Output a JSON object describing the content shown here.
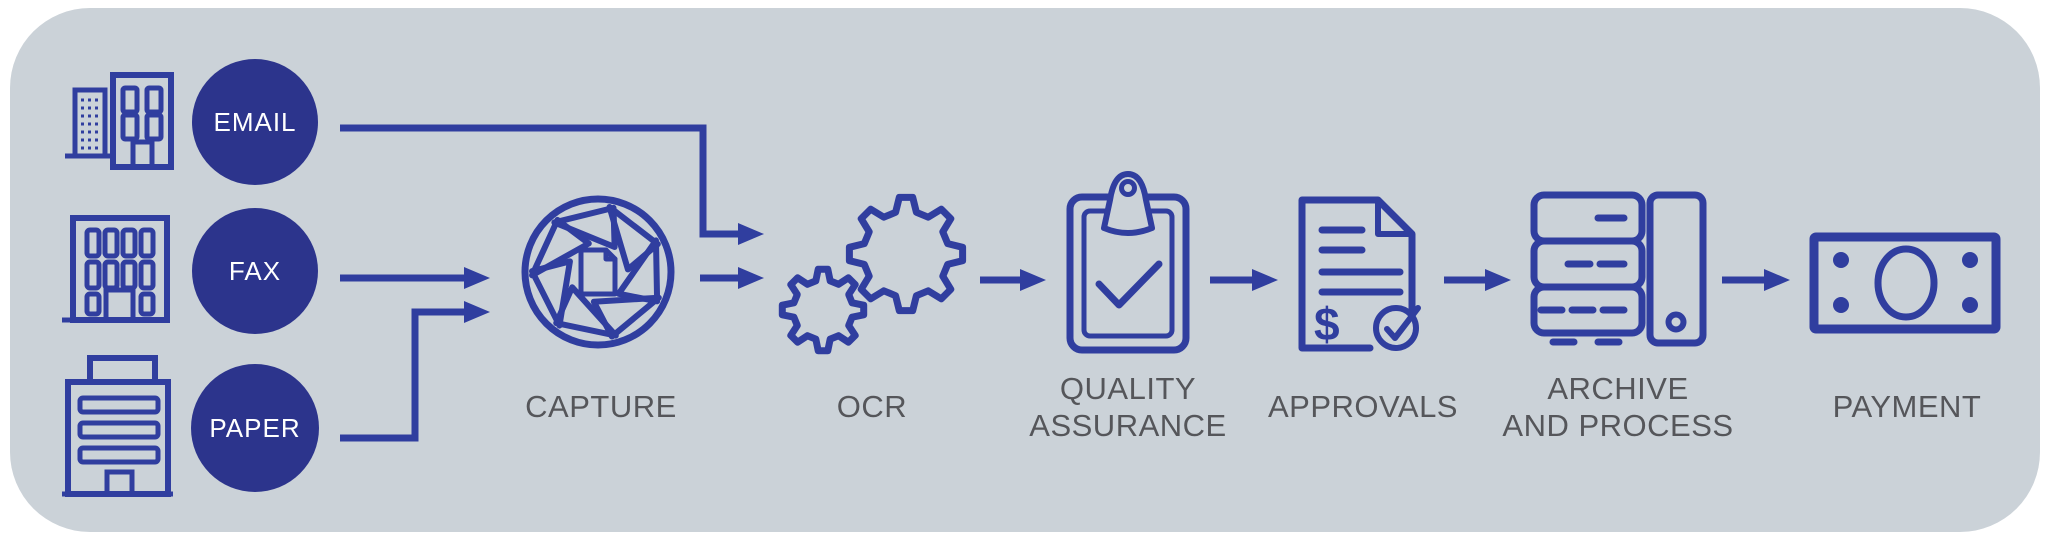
{
  "colors": {
    "page_bg": "#ffffff",
    "panel_bg": "#cbd2d8",
    "accent": "#303e9f",
    "circle_fill": "#2c348c",
    "circle_text": "#ffffff",
    "label_color": "#55565a"
  },
  "sources": [
    {
      "id": "email",
      "label": "EMAIL",
      "icon": "city-buildings-icon"
    },
    {
      "id": "fax",
      "label": "FAX",
      "icon": "office-building-icon"
    },
    {
      "id": "paper",
      "label": "PAPER",
      "icon": "striped-building-icon"
    }
  ],
  "stages": [
    {
      "id": "capture",
      "label_lines": [
        "CAPTURE"
      ],
      "icon": "aperture-document-icon"
    },
    {
      "id": "ocr",
      "label_lines": [
        "OCR"
      ],
      "icon": "gears-icon"
    },
    {
      "id": "quality_assurance",
      "label_lines": [
        "QUALITY",
        "ASSURANCE"
      ],
      "icon": "clipboard-check-icon"
    },
    {
      "id": "approvals",
      "label_lines": [
        "APPROVALS"
      ],
      "icon": "invoice-approved-icon",
      "currency_symbol": "$"
    },
    {
      "id": "archive_and_process",
      "label_lines": [
        "ARCHIVE",
        "AND PROCESS"
      ],
      "icon": "server-archive-icon"
    },
    {
      "id": "payment",
      "label_lines": [
        "PAYMENT"
      ],
      "icon": "banknote-icon"
    }
  ],
  "connections": [
    {
      "from": "email",
      "to": "ocr"
    },
    {
      "from": "fax",
      "to": "capture"
    },
    {
      "from": "paper",
      "to": "capture"
    },
    {
      "from": "capture",
      "to": "ocr"
    },
    {
      "from": "ocr",
      "to": "quality_assurance"
    },
    {
      "from": "quality_assurance",
      "to": "approvals"
    },
    {
      "from": "approvals",
      "to": "archive_and_process"
    },
    {
      "from": "archive_and_process",
      "to": "payment"
    }
  ]
}
